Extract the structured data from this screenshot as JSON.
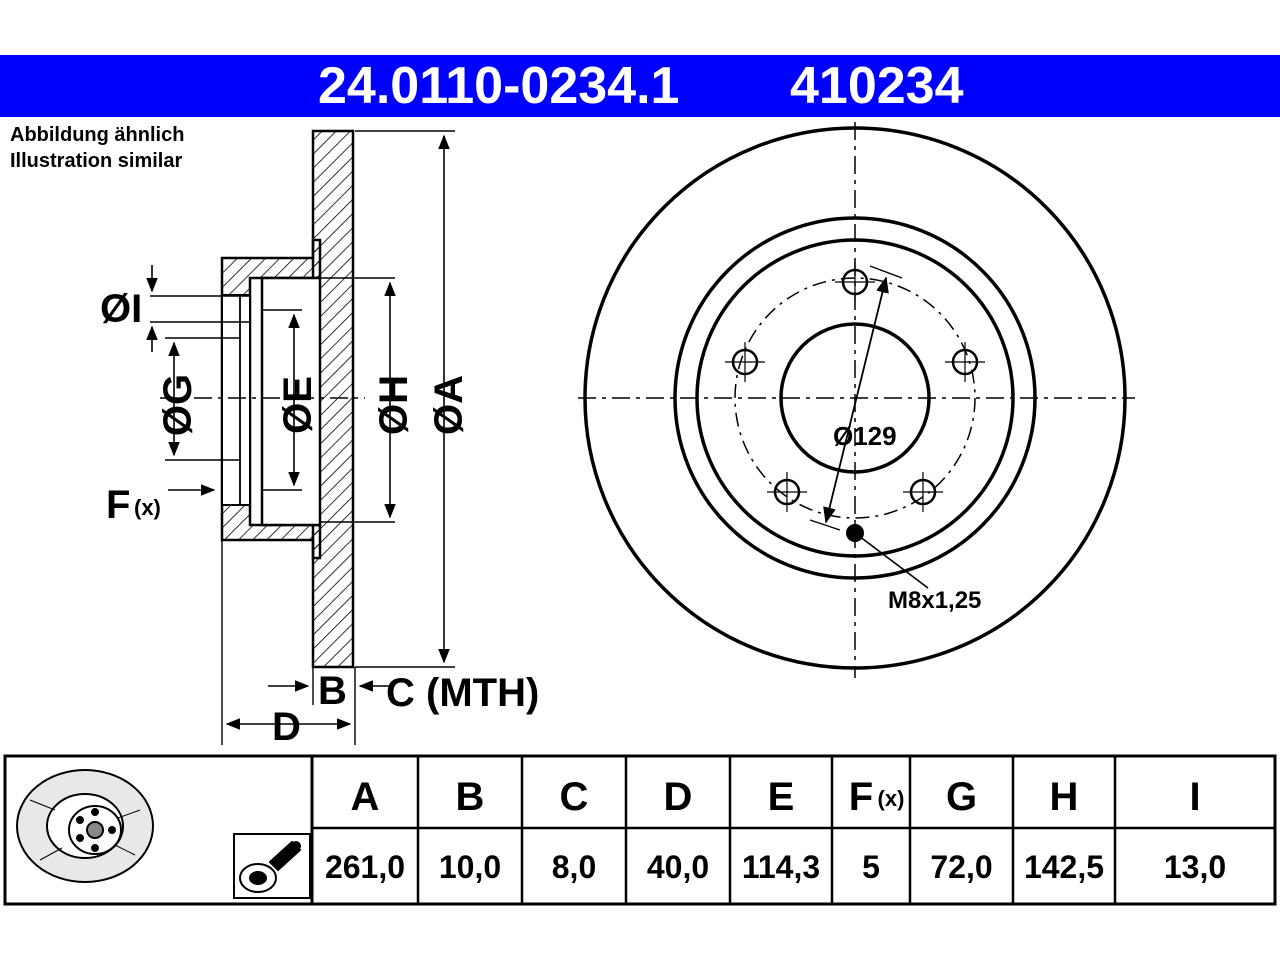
{
  "header": {
    "part_number": "24.0110-0234.1",
    "ref_number": "410234",
    "bg_color": "#0000ff"
  },
  "note": {
    "line1": "Abbildung ähnlich",
    "line2": "Illustration similar"
  },
  "section_labels": {
    "dia_i": "ØI",
    "dia_g": "ØG",
    "dia_e": "ØE",
    "dia_h": "ØH",
    "dia_a": "ØA",
    "f": "F",
    "f_sub": "(x)",
    "b": "B",
    "c_mth": "C (MTH)",
    "d": "D"
  },
  "front_labels": {
    "pcd": "Ø129",
    "thread": "M8x1,25"
  },
  "table": {
    "columns": [
      {
        "key": "A",
        "label": "A",
        "value": "261,0"
      },
      {
        "key": "B",
        "label": "B",
        "value": "10,0"
      },
      {
        "key": "C",
        "label": "C",
        "value": "8,0"
      },
      {
        "key": "D",
        "label": "D",
        "value": "40,0"
      },
      {
        "key": "E",
        "label": "E",
        "value": "114,3"
      },
      {
        "key": "F",
        "label": "F",
        "label_sub": "(x)",
        "value": "5"
      },
      {
        "key": "G",
        "label": "G",
        "value": "72,0"
      },
      {
        "key": "H",
        "label": "H",
        "value": "142,5"
      },
      {
        "key": "I",
        "label": "I",
        "value": "13,0"
      }
    ]
  },
  "icons": [
    "brake-disc-icon",
    "hub-bolt-icon"
  ]
}
